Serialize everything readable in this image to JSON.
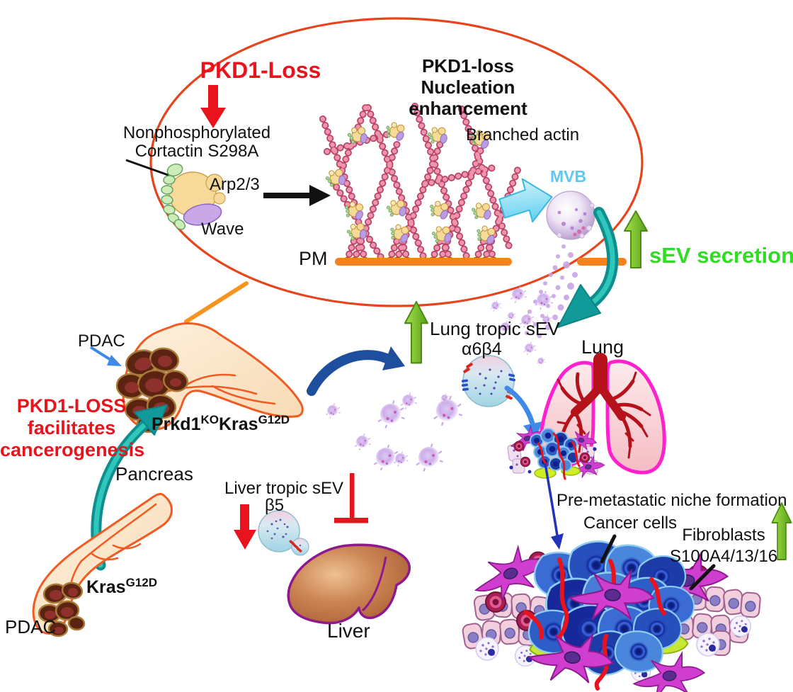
{
  "figure": {
    "inset": {
      "pkd1_loss": "PKD1-Loss",
      "nonphospho_line1": "Nonphosphorylated",
      "nonphospho_line2": "Cortactin S298A",
      "arp23": "Arp2/3",
      "wave": "Wave",
      "title_line1": "PKD1-loss",
      "title_line2": "Nucleation enhancement",
      "branched_actin": "Branched actin",
      "mvb": "MVB",
      "pm": "PM"
    },
    "secretion": {
      "sev_secretion": "sEV secretion",
      "lung_tropic": "Lung tropic sEV",
      "alpha6beta4": "α6β4",
      "liver_tropic": "Liver tropic sEV",
      "beta5": "β5"
    },
    "organs": {
      "lung": "Lung",
      "liver": "Liver",
      "pancreas": "Pancreas"
    },
    "genetics": {
      "pdac_top": "PDAC",
      "pdac_bottom": "PDAC",
      "prkd1_base": "Prkd1",
      "prkd1_sup": "KO",
      "kras_base": "Kras",
      "kras_sup": "G12D",
      "kras2_base": "Kras",
      "kras2_sup": "G12D",
      "pkd1_line1": "PKD1-LOSS",
      "pkd1_line2": "facilitates",
      "pkd1_line3": "cancerogenesis"
    },
    "niche": {
      "pre_metastatic": "Pre-metastatic niche formation",
      "cancer_cells": "Cancer cells",
      "fibroblasts_line1": "Fibroblasts",
      "fibroblasts_line2": "S100A4/13/16"
    },
    "colors": {
      "accent_red": "#e8131c",
      "accent_green": "#31dd22",
      "arrow_green": "#6cb71f",
      "accent_orange": "#f5821f",
      "ellipse_stroke": "#e8441c",
      "teal_arrow": "#16a5a5",
      "mvb_label": "#5ec8f2",
      "lung_outline": "#ff22cc",
      "liver_outline": "#8e188e",
      "actin_pink": "#e87d9a",
      "blue_arrow": "#2a6fd4"
    }
  }
}
